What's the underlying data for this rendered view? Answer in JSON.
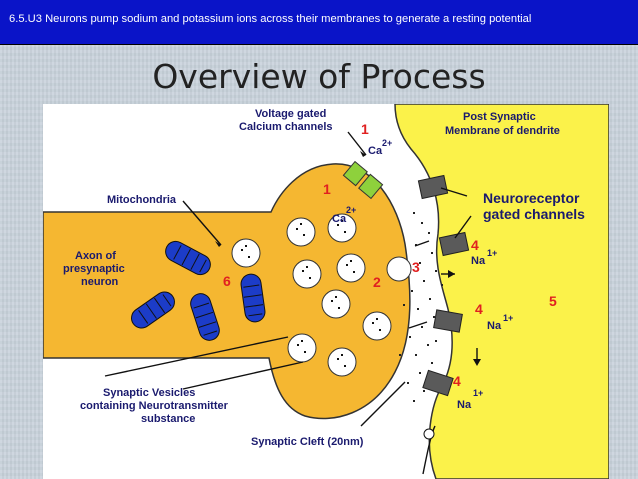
{
  "header": {
    "text": "6.5.U3 Neurons pump sodium and potassium ions across their membranes to generate a resting potential"
  },
  "title": "Overview of Process",
  "diagram": {
    "labels": {
      "voltage_gated_1": "Voltage gated",
      "voltage_gated_2": "Calcium channels",
      "post_synaptic_1": "Post Synaptic",
      "post_synaptic_2": "Membrane of dendrite",
      "mitochondria": "Mitochondria",
      "neuroreceptor_1": "Neuroreceptor",
      "neuroreceptor_2": "gated channels",
      "axon_1": "Axon of",
      "axon_2": "presynaptic",
      "axon_3": "neuron",
      "vesicles_1": "Synaptic Vesicles",
      "vesicles_2": "containing Neurotransmitter",
      "vesicles_3": "substance",
      "cleft": "Synaptic Cleft (20nm)"
    },
    "ions": {
      "calcium": "Ca",
      "calcium_charge": "2+",
      "sodium": "Na",
      "sodium_charge": "1+"
    },
    "steps": [
      "1",
      "1",
      "2",
      "3",
      "4",
      "4",
      "4",
      "5",
      "6"
    ],
    "colors": {
      "presynaptic": "#f5b731",
      "postsynaptic": "#fbf24a",
      "cleft": "#ffffff",
      "mitochondria": "#1c3cc8",
      "channel": "#5a5a5a",
      "calcium_channel": "#8ed13c",
      "step_numbers": "#e02020",
      "labels": "#1a1a6e"
    }
  }
}
